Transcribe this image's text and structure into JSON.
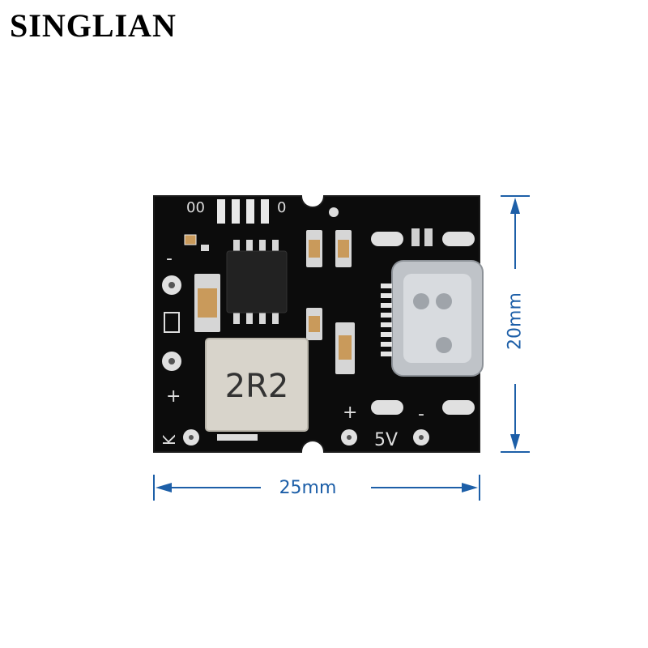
{
  "brand": "SINGLIAN",
  "board": {
    "silk_top_left": "00",
    "silk_top_right": "0",
    "silk_minus": "-",
    "silk_plus_left": "+",
    "silk_k": "K",
    "silk_plus_out": "+",
    "silk_5v": "5V",
    "silk_minus_out": "-",
    "inductor_label": "2R2"
  },
  "dimensions": {
    "width": "25mm",
    "height": "20mm"
  },
  "colors": {
    "pcb": "#0c0c0c",
    "dimension": "#1d5fa8",
    "inductor": "#d8d4cb",
    "component": "#c99a5b"
  }
}
